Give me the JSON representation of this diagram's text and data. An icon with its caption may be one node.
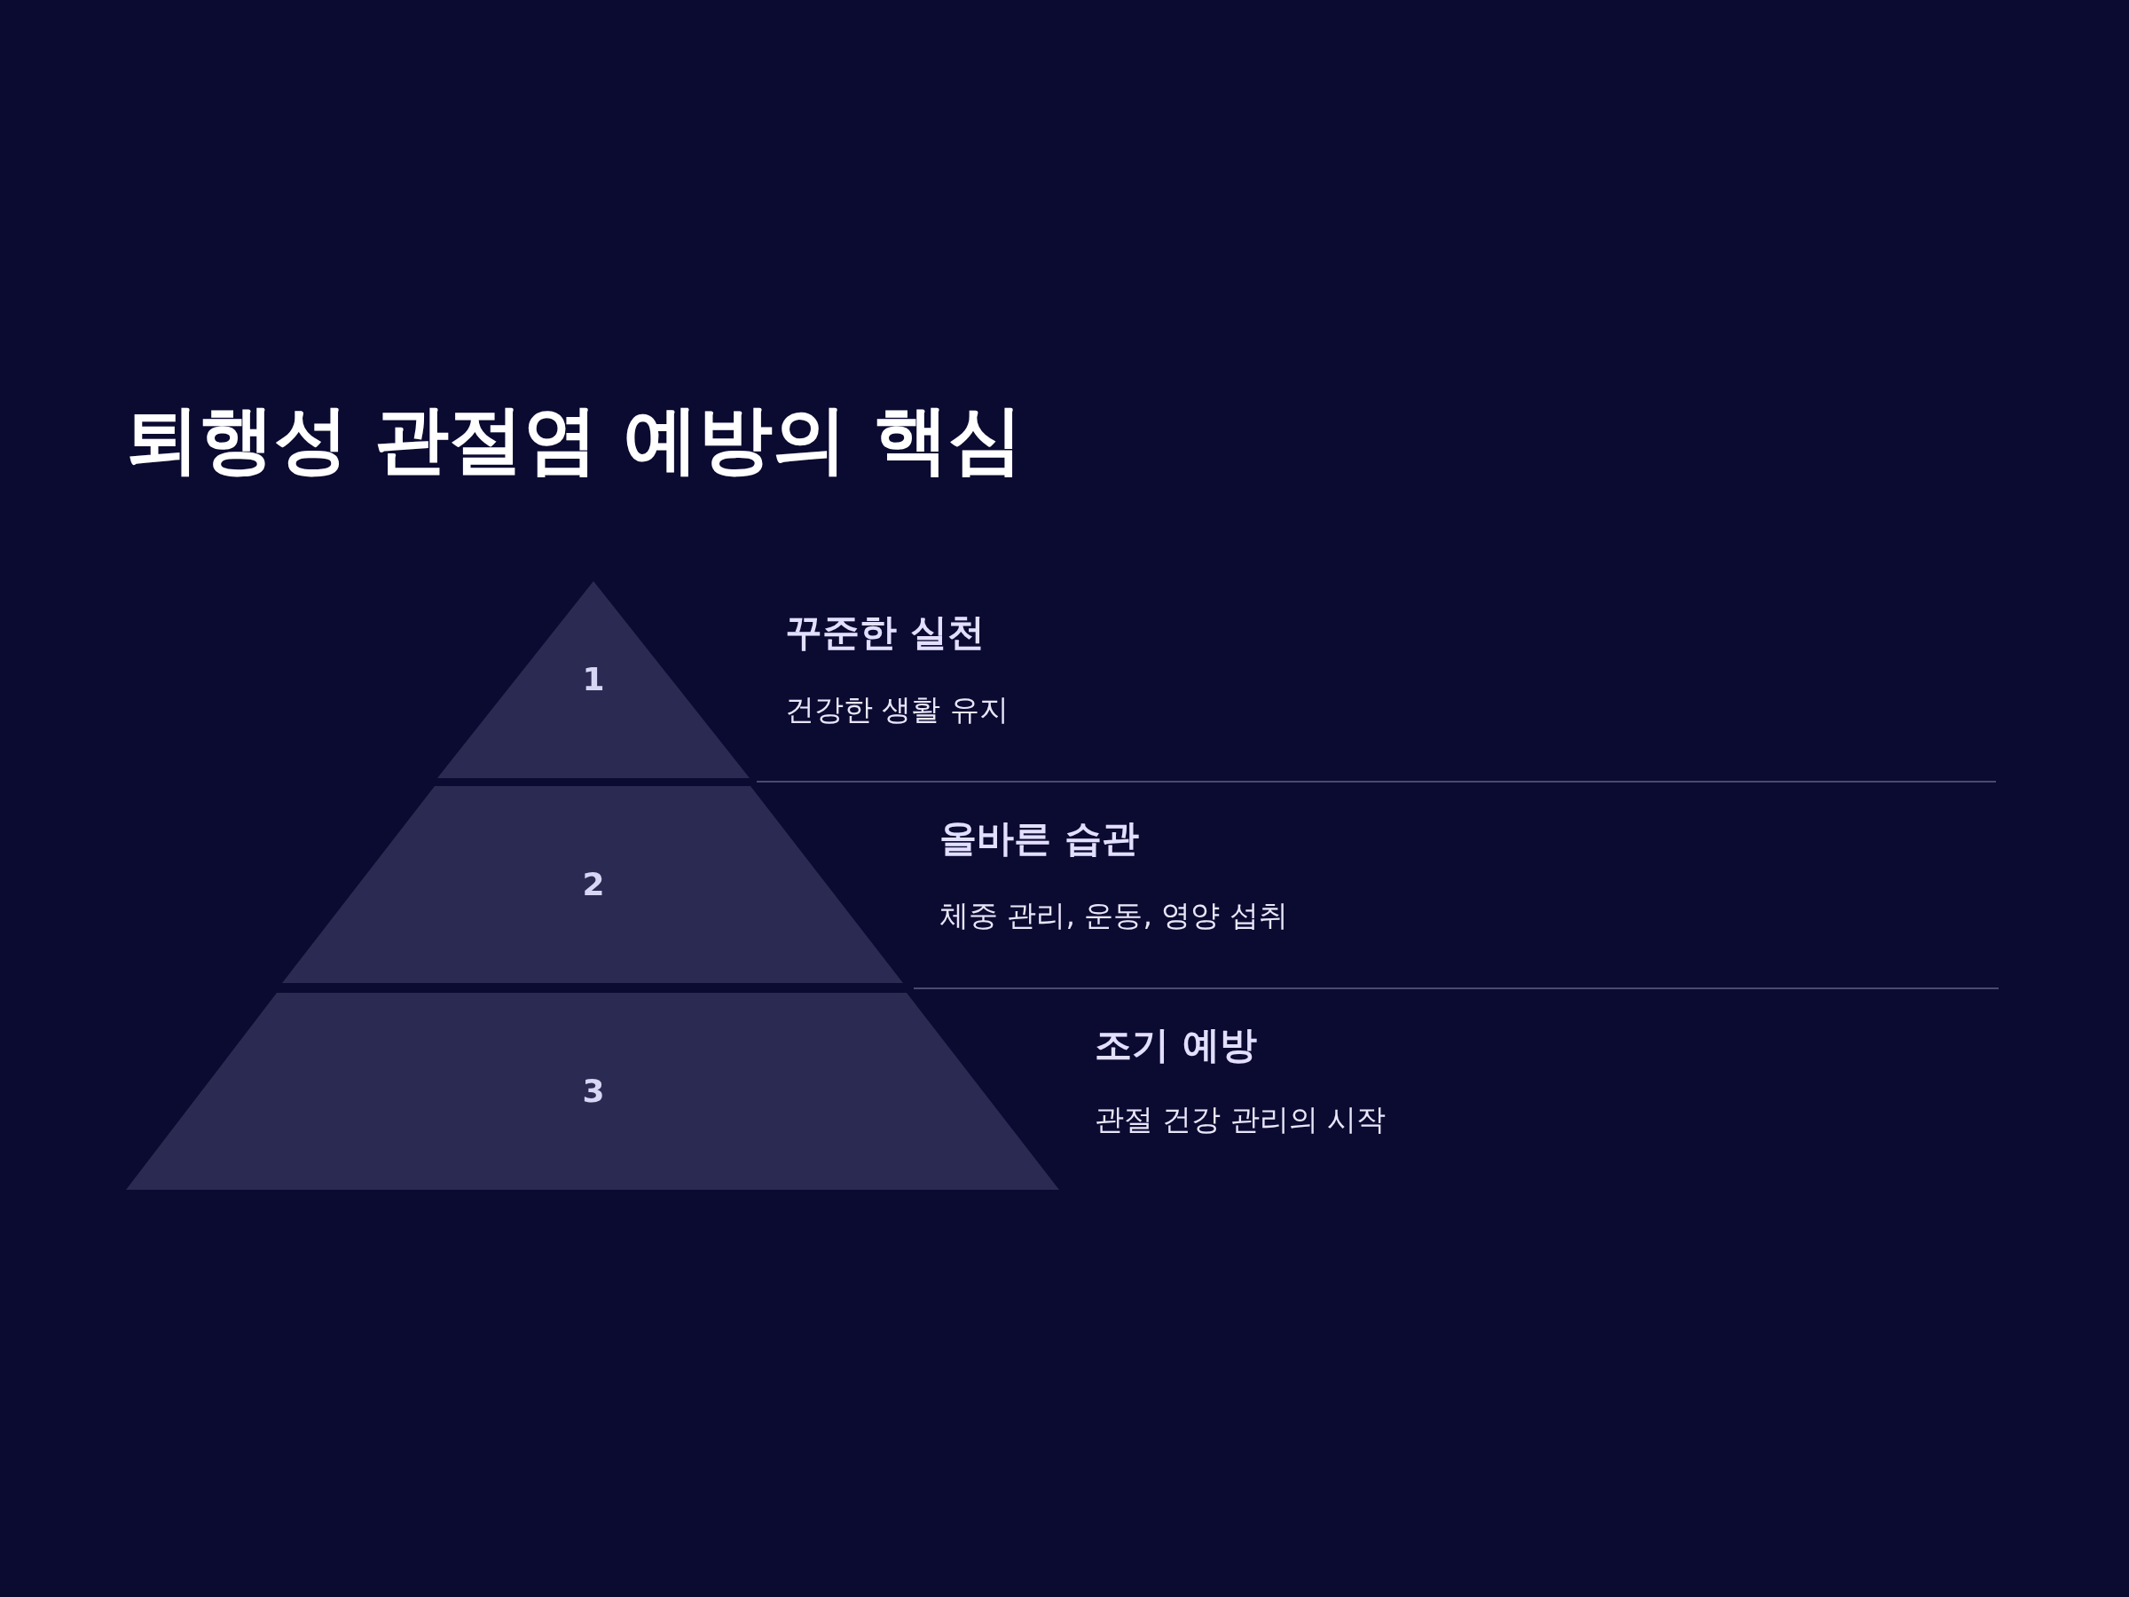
{
  "diagram": {
    "title": "퇴행성 관절염 예방의 핵심",
    "nodes": [
      {
        "text": [
          "1"
        ],
        "beside": [
          "꾸준한 실천",
          "건강한 생활 유지"
        ]
      },
      {
        "text": [
          "2"
        ],
        "beside": [
          "올바른 습관",
          "체중 관리, 운동, 영양 섭취"
        ]
      },
      {
        "text": [
          "3"
        ],
        "beside": [
          "조기 예방",
          "관절 건강 관리의 시작"
        ]
      }
    ]
  }
}
